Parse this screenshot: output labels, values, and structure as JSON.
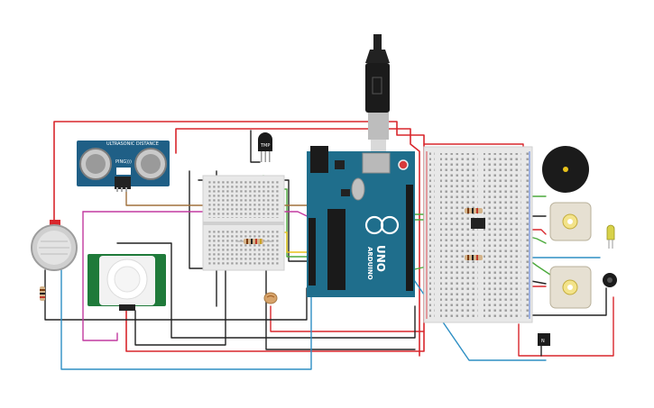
{
  "canvas": {
    "background": "#ffffff"
  },
  "colors": {
    "red_wire": "#d9262c",
    "black_wire": "#222222",
    "green_wire": "#4caa3c",
    "yellow_wire": "#e8c21a",
    "magenta_wire": "#c23aa0",
    "blue_wire": "#2e8fc4",
    "brown_wire": "#a0703c",
    "arduino_teal": "#1f6e8c",
    "sensor_blue": "#1f5f86",
    "pir_green": "#1f7a3a",
    "breadboard": "#e8e8e8"
  },
  "components": {
    "ultrasonic": {
      "title": "ULTRASONIC DISTANCE",
      "label": "PING)))",
      "icon": "ultrasonic-sensor-icon"
    },
    "temp_sensor": {
      "label": "TMP",
      "icon": "temperature-sensor-icon"
    },
    "arduino": {
      "brand": "ARDUINO",
      "model": "UNO",
      "icon": "arduino-board-icon"
    },
    "transistor_1": {
      "label": "N",
      "icon": "transistor-icon"
    },
    "buzzer": {
      "icon": "piezo-buzzer-icon"
    },
    "motor_1": {
      "icon": "dc-motor-icon"
    },
    "motor_2": {
      "icon": "dc-motor-icon"
    },
    "pir": {
      "icon": "pir-sensor-icon"
    },
    "gas_sensor": {
      "icon": "gas-sensor-icon"
    },
    "photoresistor": {
      "icon": "photoresistor-icon"
    },
    "led": {
      "icon": "led-icon"
    },
    "vibration_motor": {
      "icon": "vibration-motor-icon"
    },
    "usb_cable": {
      "icon": "usb-cable-icon"
    }
  }
}
